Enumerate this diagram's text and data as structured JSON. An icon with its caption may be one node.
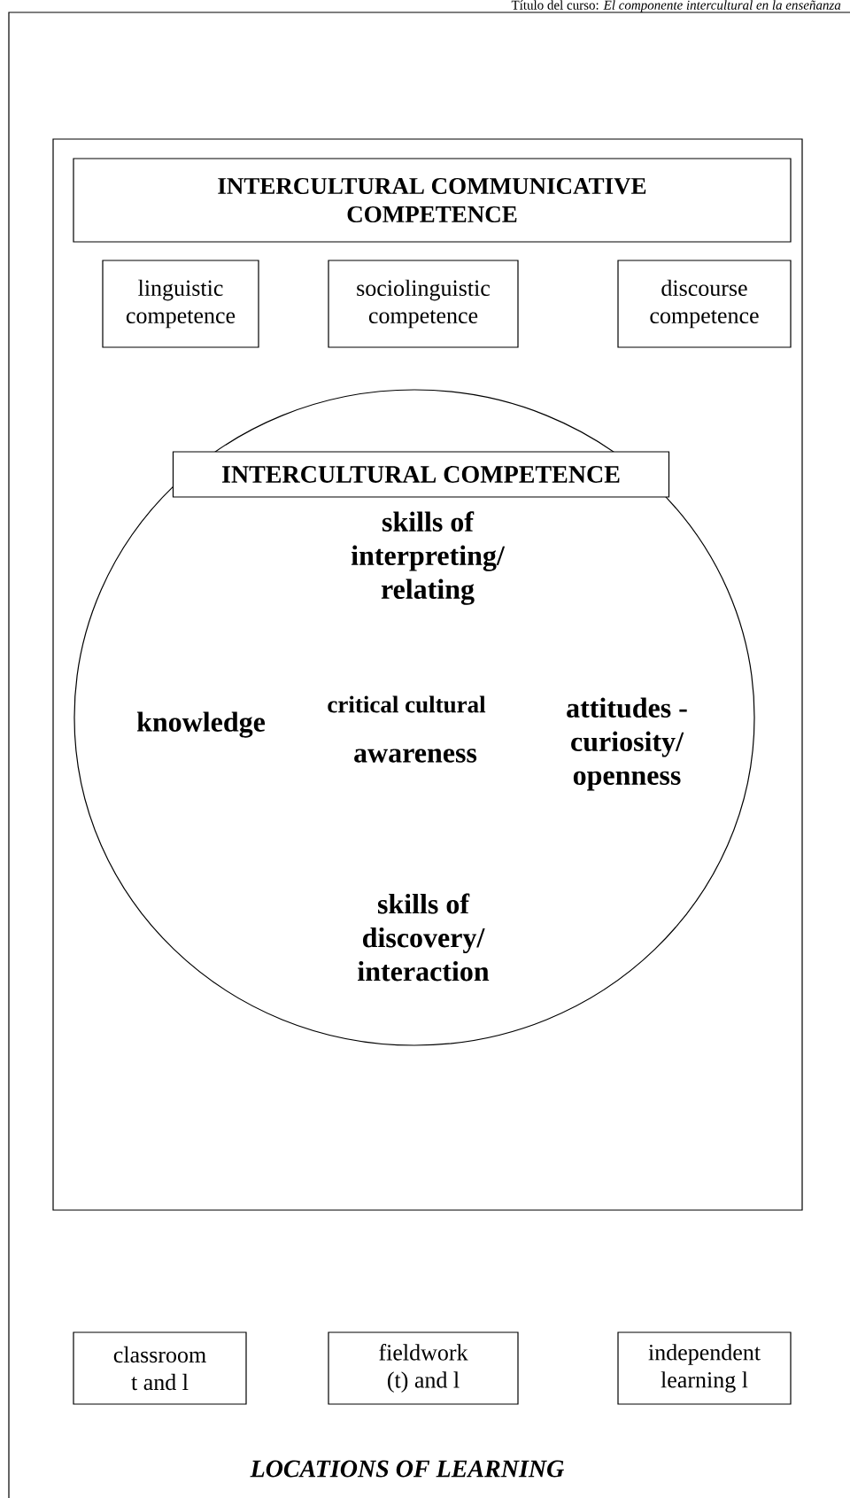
{
  "diagram": {
    "nodes": [
      {
        "text": [],
        "shape": "box"
      },
      {
        "text": [
          "INTERCULTURAL COMMUNICATIVE COMPETENCE"
        ],
        "in": 0
      },
      {
        "text": [
          "linguistic competence"
        ],
        "in": 0
      },
      {
        "text": [
          "sociolinguistic competence"
        ],
        "in": 0
      },
      {
        "text": [
          "discourse competence"
        ],
        "in": 0
      },
      {
        "text": [
          "skills of interpreting/ relating",
          "knowledge",
          "critical cultural",
          "awareness",
          "attitudes - curiosity/ openness",
          "skills of discovery/ interaction"
        ],
        "in": 0
      },
      {
        "text": [
          "INTERCULTURAL   COMPETENCE"
        ],
        "in": 5
      },
      {
        "text": [
          "classroom t and l"
        ]
      },
      {
        "text": [
          "fieldwork (t) and l"
        ]
      },
      {
        "text": [
          "independent learning  l"
        ]
      }
    ],
    "labels": [
      "Título del curso: *El componente intercultural en la enseñanza*",
      "LOCATIONS OF LEARNING"
    ]
  }
}
